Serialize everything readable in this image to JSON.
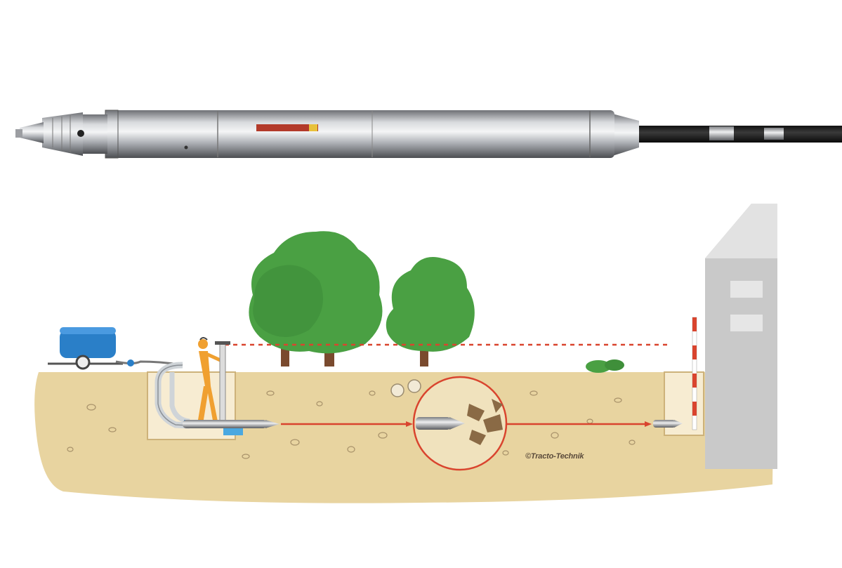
{
  "credit": {
    "text": "©Tracto-Technik"
  },
  "colors": {
    "soil": "#e8d4a0",
    "soil_shadow": "#cdb27a",
    "tree_green": "#4aa043",
    "trunk": "#7a4a2e",
    "pipe_line": "#d9442e",
    "building": "#c9c9c9",
    "operator": "#f0a030",
    "pump_blue": "#2a7fc8"
  },
  "icons": [
    "soil-piercing-tool",
    "water-pump-trailer",
    "operator-figure",
    "tree",
    "building",
    "survey-pole",
    "bush",
    "rock-obstacle"
  ]
}
